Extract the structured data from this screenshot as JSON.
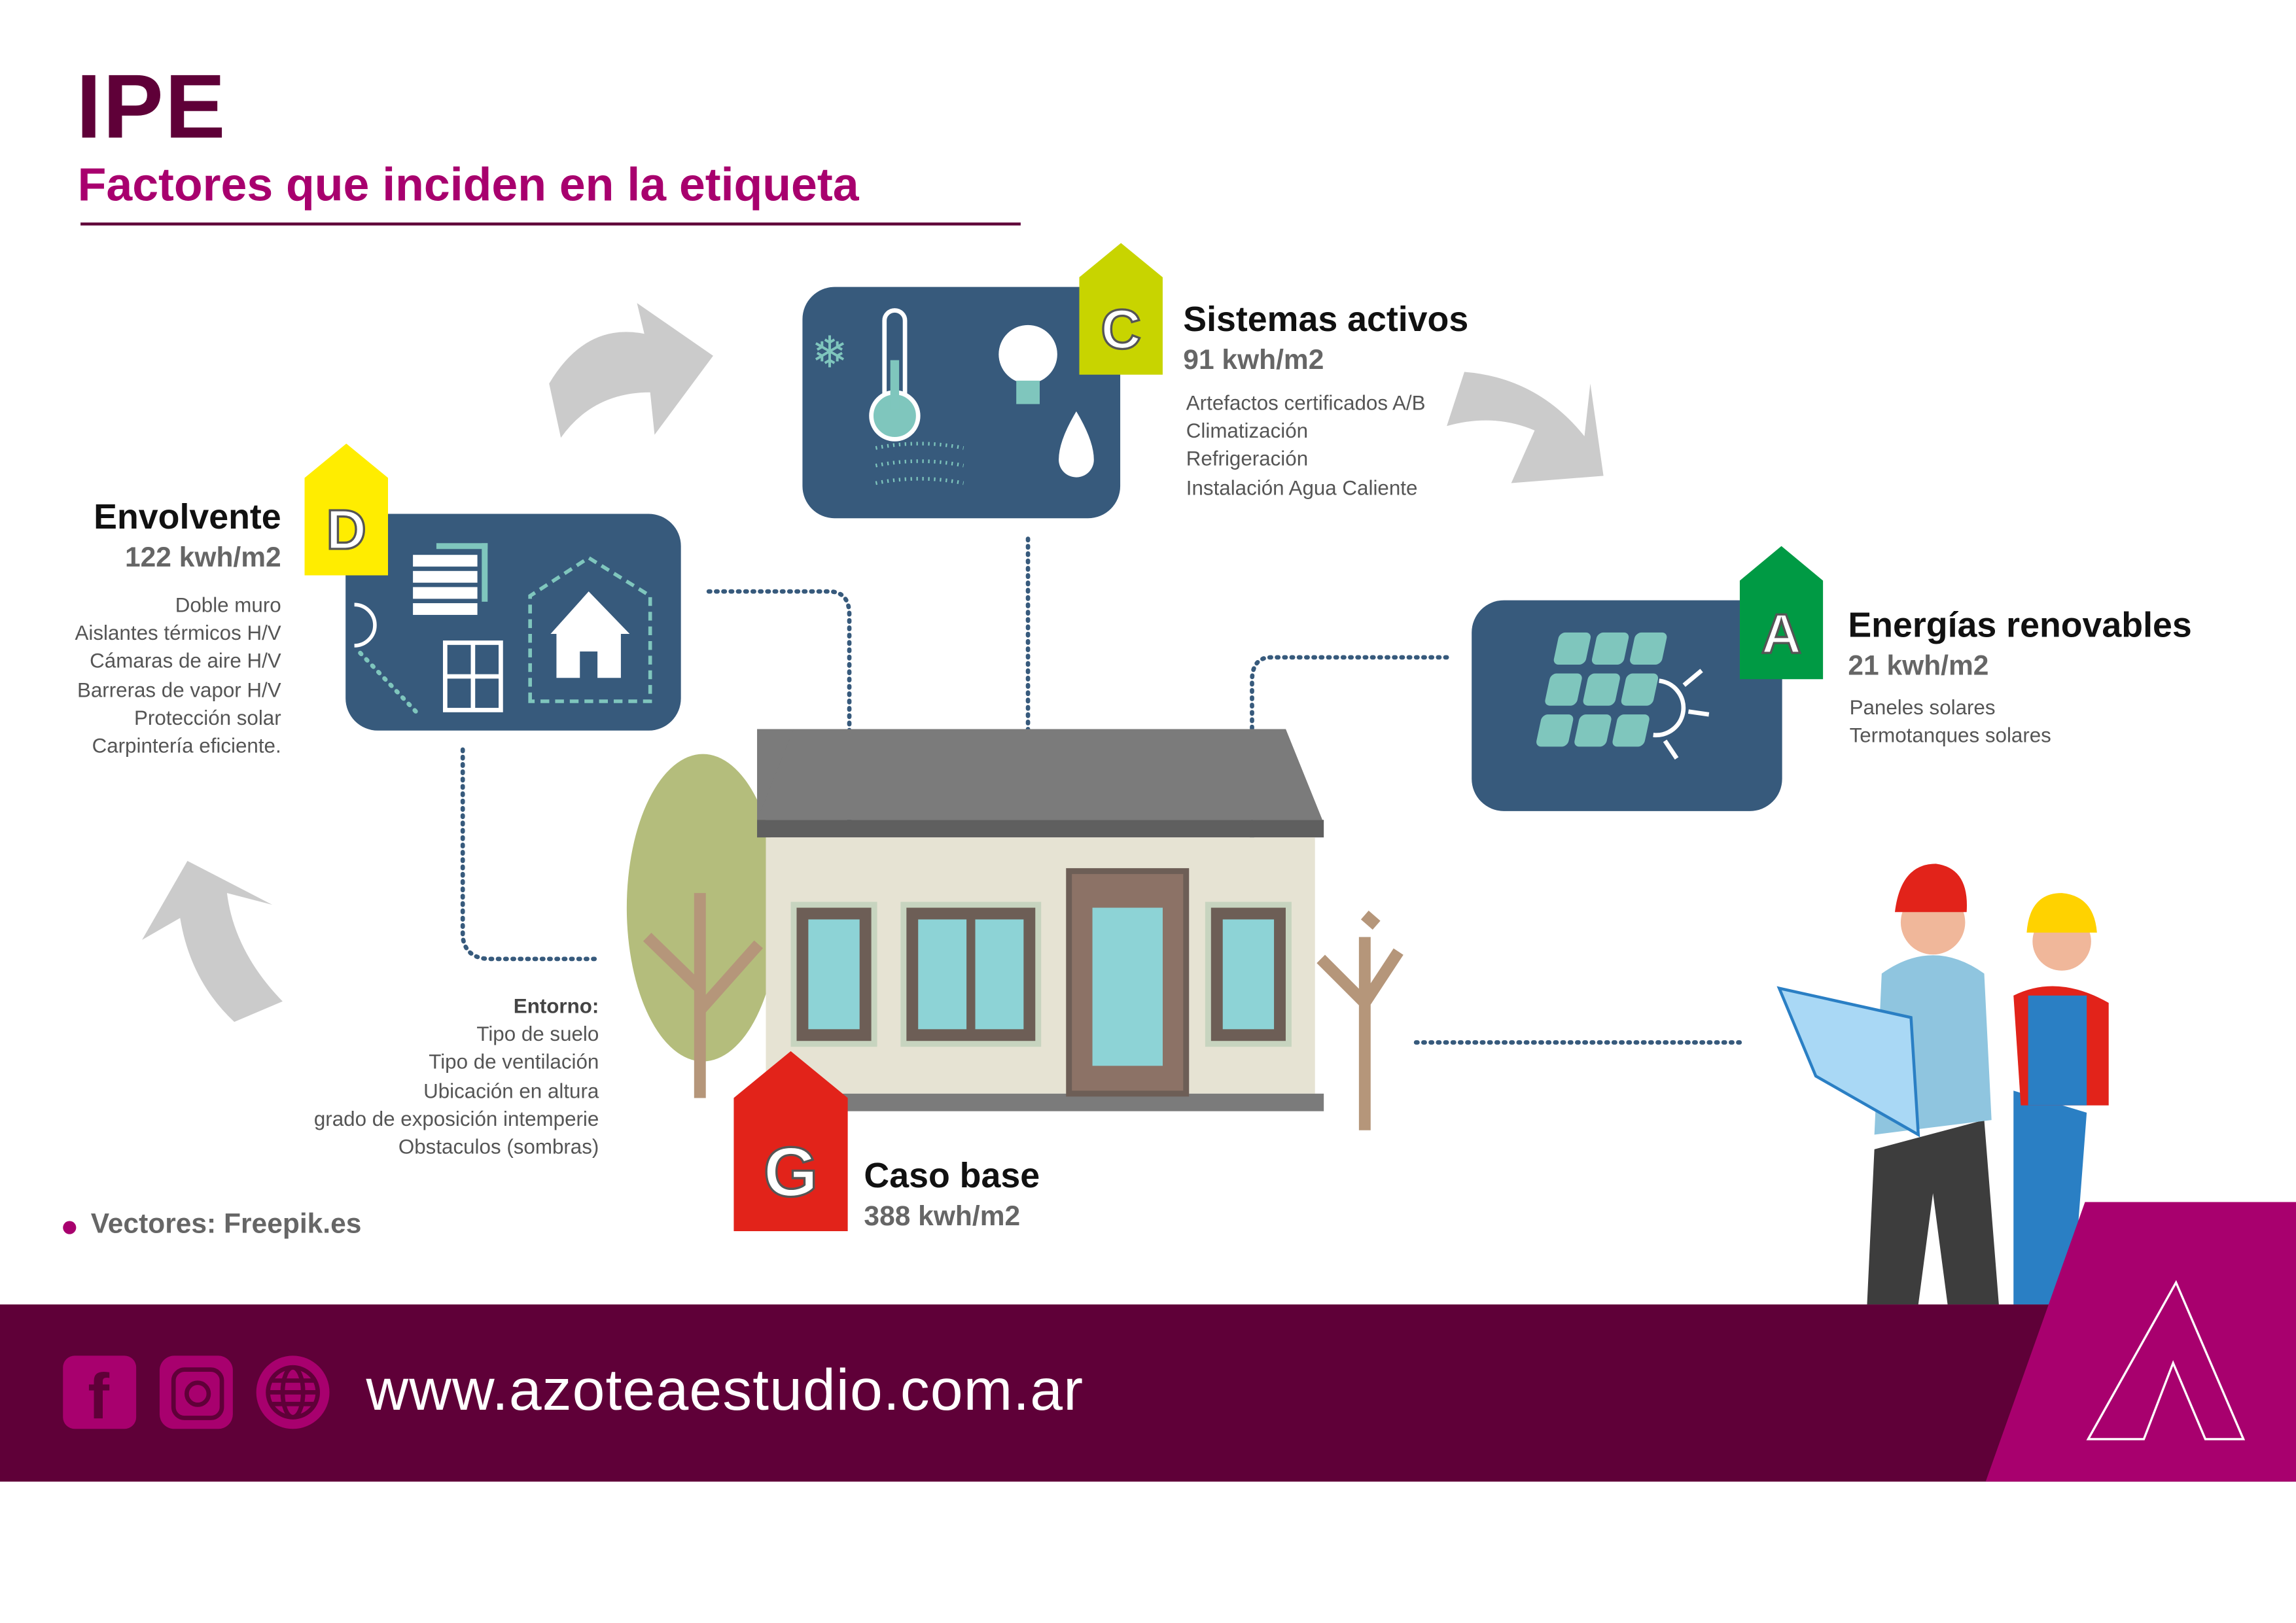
{
  "header": {
    "title": "IPE",
    "subtitle": "Factores que inciden en la etiqueta"
  },
  "envolvente": {
    "grade": "D",
    "title": "Envolvente",
    "value": "122 kwh/m2",
    "items": [
      "Doble muro",
      "Aislantes térmicos H/V",
      "Cámaras de aire H/V",
      "Barreras de vapor H/V",
      "Protección solar",
      "Carpintería eficiente."
    ]
  },
  "sistemas": {
    "grade": "C",
    "title": "Sistemas activos",
    "value": "91 kwh/m2",
    "items": [
      "Artefactos certificados A/B",
      "Climatización",
      "Refrigeración",
      "Instalación Agua Caliente"
    ]
  },
  "renovables": {
    "grade": "A",
    "title": "Energías renovables",
    "value": "21 kwh/m2",
    "items": [
      "Paneles solares",
      "Termotanques solares"
    ]
  },
  "caso_base": {
    "grade": "G",
    "title": "Caso base",
    "value": "388 kwh/m2"
  },
  "entorno": {
    "title": "Entorno:",
    "items": [
      "Tipo de suelo",
      "Tipo de ventilación",
      "Ubicación en altura",
      "grado de exposición intemperie",
      "Obstaculos (sombras)"
    ]
  },
  "credits": "Vectores: Freepik.es",
  "footer": {
    "url": "www.azoteaestudio.com.ar",
    "icons": [
      "facebook-icon",
      "instagram-icon",
      "globe-icon"
    ]
  },
  "colors": {
    "title": "#5f0038",
    "accent": "#a8006e",
    "box": "#375a7c",
    "teal": "#7fc6bd",
    "D": "#ffed00",
    "C": "#c8d400",
    "A": "#009a44",
    "G": "#e2231a"
  }
}
